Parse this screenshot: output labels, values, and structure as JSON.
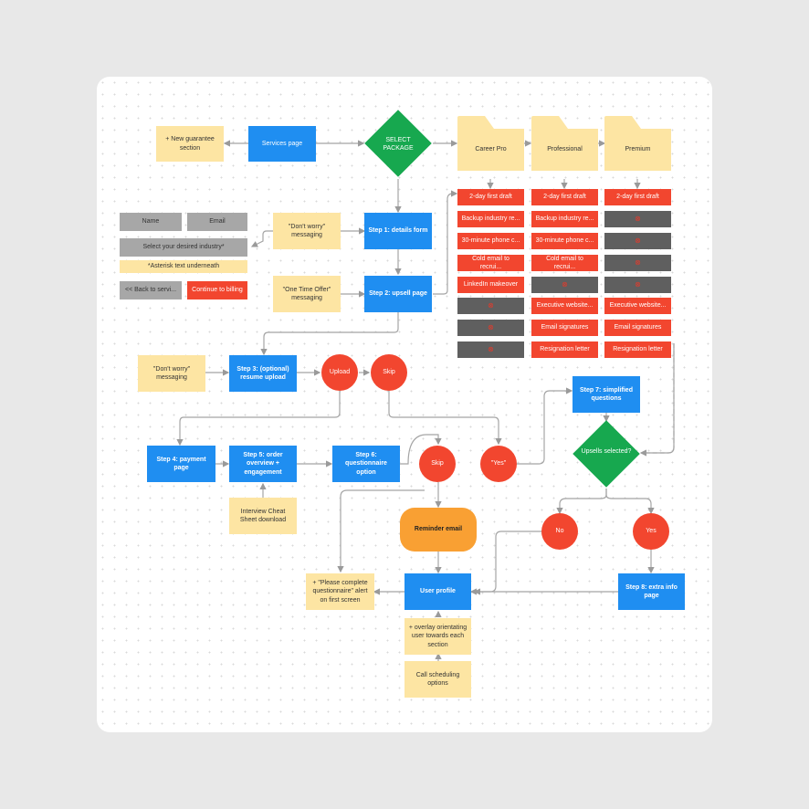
{
  "nodes": {
    "guarantee": "+ New guarantee section",
    "services": "Services page",
    "select_package": "SELECT PACKAGE",
    "step1": "Step 1: details form",
    "step2": "Step 2: upsell page",
    "step3": "Step 3: (optional) resume upload",
    "step4": "Step 4: payment page",
    "step5": "Step 5: order overview + engagement",
    "step6": "Step 6: questionnaire option",
    "step7": "Step 7: simplified questions",
    "step8": "Step 8: extra info page",
    "dont_worry_1": "\"Don't worry\" messaging",
    "one_time": "\"One Time Offer\" messaging",
    "dont_worry_2": "\"Don't worry\" messaging",
    "upload": "Upload",
    "skip_1": "Skip",
    "skip_2": "Skip",
    "yes_quote": "\"Yes\"",
    "upsells": "Upsells selected?",
    "no": "No",
    "yes": "Yes",
    "reminder": "Reminder email",
    "user_profile": "User profile",
    "please_complete": "+ \"Please complete questionnaire\" alert on first screen",
    "cheat_sheet": "Interview Cheat Sheet download",
    "overlay": "+ overlay orientating user towards each section",
    "call_scheduling": "Call scheduling options"
  },
  "form": {
    "name": "Name",
    "email": "Email",
    "industry": "Select your desired industry*",
    "asterisk": "*Asterisk text underneath",
    "back": "<< Back to servi...",
    "continue": "Continue to billing"
  },
  "packages": [
    {
      "name": "Career Pro",
      "features": [
        "2-day first draft",
        "Backup industry re...",
        "30-minute phone c...",
        "Cold email to recrui...",
        "LinkedIn makeover",
        "⊗",
        "⊗",
        "⊗"
      ]
    },
    {
      "name": "Professional",
      "features": [
        "2-day first draft",
        "Backup industry re...",
        "30-minute phone c...",
        "Cold email to recrui...",
        "⊗",
        "Executive website...",
        "Email signatures",
        "Resignation letter"
      ]
    },
    {
      "name": "Premium",
      "features": [
        "2-day first draft",
        "⊗",
        "⊗",
        "⊗",
        "⊗",
        "Executive website...",
        "Email signatures",
        "Resignation letter"
      ]
    }
  ],
  "colors": {
    "blue": "#1f8ef1",
    "red": "#f2462f",
    "yellow": "#fde5a3",
    "green": "#17a84f",
    "grey": "#a7a7a7",
    "dark": "#5f5f5f",
    "orange": "#f9a033"
  }
}
